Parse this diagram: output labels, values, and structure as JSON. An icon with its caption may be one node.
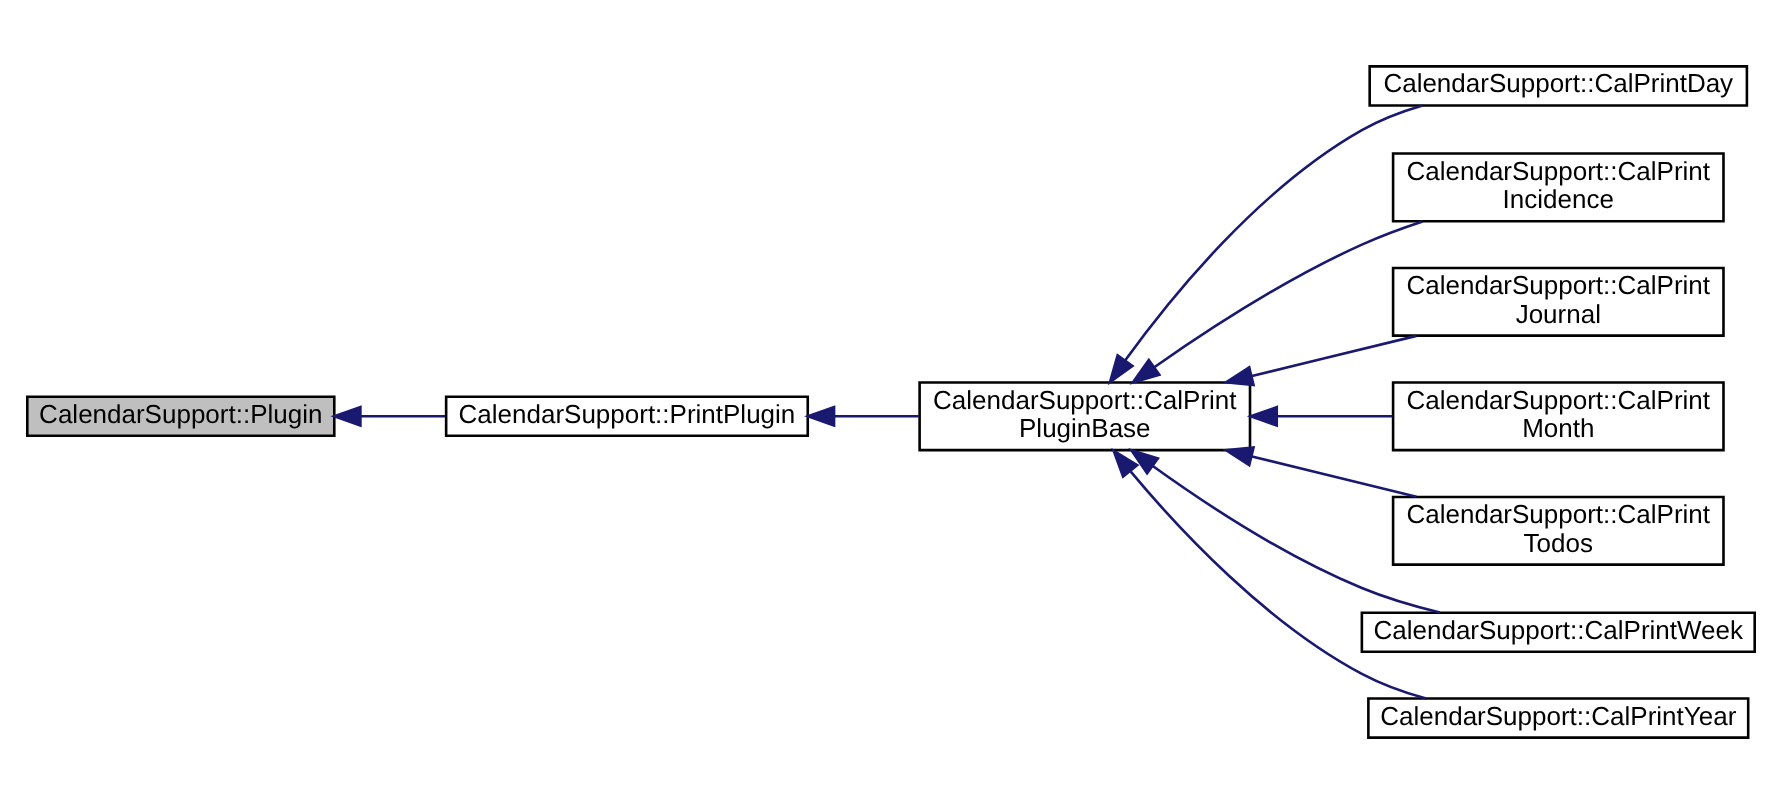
{
  "diagram": {
    "nodes": [
      {
        "text": [
          "CalendarSupport::Plugin"
        ]
      },
      {
        "text": [
          "CalendarSupport::PrintPlugin"
        ]
      },
      {
        "text": [
          "CalendarSupport::CalPrint PluginBase"
        ]
      },
      {
        "text": [
          "CalendarSupport::CalPrintDay"
        ]
      },
      {
        "text": [
          "CalendarSupport::CalPrint Incidence"
        ]
      },
      {
        "text": [
          "CalendarSupport::CalPrint Journal"
        ]
      },
      {
        "text": [
          "CalendarSupport::CalPrint Month"
        ]
      },
      {
        "text": [
          "CalendarSupport::CalPrint Todos"
        ]
      },
      {
        "text": [
          "CalendarSupport::CalPrintWeek"
        ]
      },
      {
        "text": [
          "CalendarSupport::CalPrintYear"
        ]
      }
    ],
    "edges": [
      {
        "from": 1,
        "to": 0,
        "arrow": "to"
      },
      {
        "from": 2,
        "to": 1,
        "arrow": "to"
      },
      {
        "from": 3,
        "to": 2,
        "arrow": "to"
      },
      {
        "from": 4,
        "to": 2,
        "arrow": "to"
      },
      {
        "from": 5,
        "to": 2,
        "arrow": "to"
      },
      {
        "from": 6,
        "to": 2,
        "arrow": "to"
      },
      {
        "from": 7,
        "to": 2,
        "arrow": "to"
      },
      {
        "from": 8,
        "to": 2,
        "arrow": "to"
      },
      {
        "from": 9,
        "to": 2,
        "arrow": "to"
      }
    ]
  }
}
